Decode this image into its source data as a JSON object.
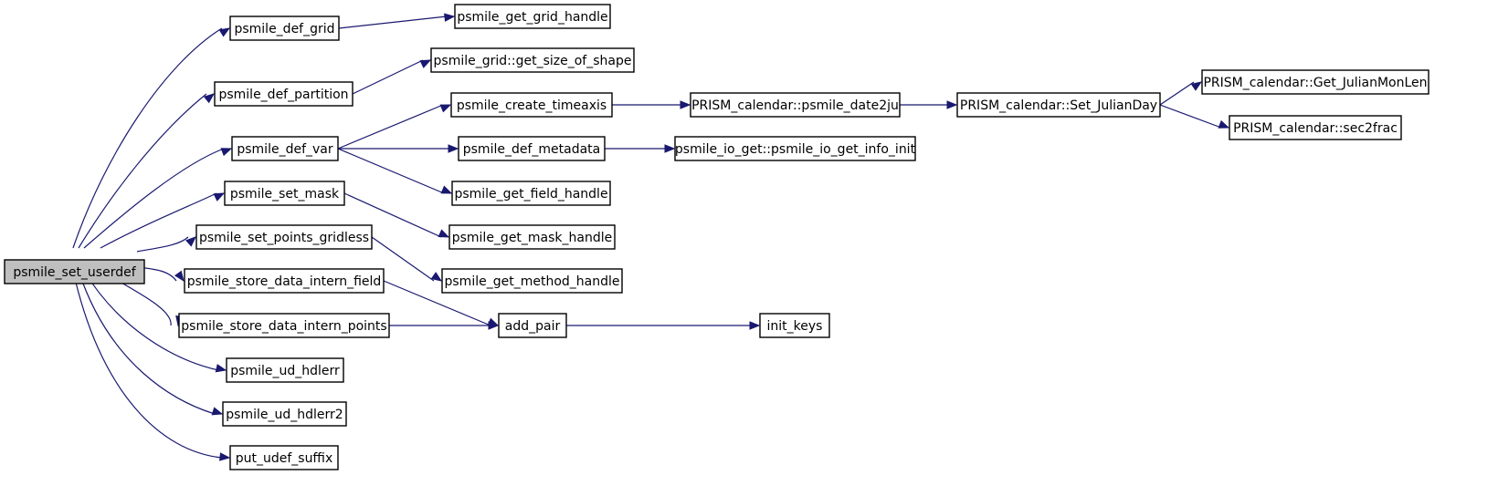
{
  "graph": {
    "root": "psmile_set_userdef",
    "nodes": [
      {
        "id": "psmile_set_userdef",
        "label": "psmile_set_userdef",
        "root": true
      },
      {
        "id": "psmile_def_grid",
        "label": "psmile_def_grid"
      },
      {
        "id": "psmile_get_grid_handle",
        "label": "psmile_get_grid_handle"
      },
      {
        "id": "psmile_def_partition",
        "label": "psmile_def_partition"
      },
      {
        "id": "psmile_grid_get_size_of_shape",
        "label": "psmile_grid::get_size_of_shape"
      },
      {
        "id": "psmile_def_var",
        "label": "psmile_def_var"
      },
      {
        "id": "psmile_create_timeaxis",
        "label": "psmile_create_timeaxis"
      },
      {
        "id": "prism_calendar_psmile_date2ju",
        "label": "PRISM_calendar::psmile_date2ju"
      },
      {
        "id": "prism_calendar_set_julianday",
        "label": "PRISM_calendar::Set_JulianDay"
      },
      {
        "id": "prism_calendar_get_julianmonlen",
        "label": "PRISM_calendar::Get_JulianMonLen"
      },
      {
        "id": "prism_calendar_sec2frac",
        "label": "PRISM_calendar::sec2frac"
      },
      {
        "id": "psmile_def_metadata",
        "label": "psmile_def_metadata"
      },
      {
        "id": "psmile_io_get_info_init",
        "label": "psmile_io_get::psmile_io_get_info_init"
      },
      {
        "id": "psmile_get_field_handle",
        "label": "psmile_get_field_handle"
      },
      {
        "id": "psmile_set_mask",
        "label": "psmile_set_mask"
      },
      {
        "id": "psmile_get_mask_handle",
        "label": "psmile_get_mask_handle"
      },
      {
        "id": "psmile_set_points_gridless",
        "label": "psmile_set_points_gridless"
      },
      {
        "id": "psmile_get_method_handle",
        "label": "psmile_get_method_handle"
      },
      {
        "id": "psmile_store_data_intern_field",
        "label": "psmile_store_data_intern_field"
      },
      {
        "id": "psmile_store_data_intern_points",
        "label": "psmile_store_data_intern_points"
      },
      {
        "id": "add_pair",
        "label": "add_pair"
      },
      {
        "id": "init_keys",
        "label": "init_keys"
      },
      {
        "id": "psmile_ud_hdlerr",
        "label": "psmile_ud_hdlerr"
      },
      {
        "id": "psmile_ud_hdlerr2",
        "label": "psmile_ud_hdlerr2"
      },
      {
        "id": "put_udef_suffix",
        "label": "put_udef_suffix"
      }
    ],
    "edges": [
      {
        "from": "psmile_set_userdef",
        "to": "psmile_def_grid"
      },
      {
        "from": "psmile_set_userdef",
        "to": "psmile_def_partition"
      },
      {
        "from": "psmile_set_userdef",
        "to": "psmile_def_var"
      },
      {
        "from": "psmile_set_userdef",
        "to": "psmile_set_mask"
      },
      {
        "from": "psmile_set_userdef",
        "to": "psmile_set_points_gridless"
      },
      {
        "from": "psmile_set_userdef",
        "to": "psmile_store_data_intern_field"
      },
      {
        "from": "psmile_set_userdef",
        "to": "psmile_store_data_intern_points"
      },
      {
        "from": "psmile_set_userdef",
        "to": "psmile_ud_hdlerr"
      },
      {
        "from": "psmile_set_userdef",
        "to": "psmile_ud_hdlerr2"
      },
      {
        "from": "psmile_set_userdef",
        "to": "put_udef_suffix"
      },
      {
        "from": "psmile_def_grid",
        "to": "psmile_get_grid_handle"
      },
      {
        "from": "psmile_def_partition",
        "to": "psmile_grid_get_size_of_shape"
      },
      {
        "from": "psmile_def_var",
        "to": "psmile_create_timeaxis"
      },
      {
        "from": "psmile_def_var",
        "to": "psmile_def_metadata"
      },
      {
        "from": "psmile_def_var",
        "to": "psmile_get_field_handle"
      },
      {
        "from": "psmile_create_timeaxis",
        "to": "prism_calendar_psmile_date2ju"
      },
      {
        "from": "prism_calendar_psmile_date2ju",
        "to": "prism_calendar_set_julianday"
      },
      {
        "from": "prism_calendar_set_julianday",
        "to": "prism_calendar_get_julianmonlen"
      },
      {
        "from": "prism_calendar_set_julianday",
        "to": "prism_calendar_sec2frac"
      },
      {
        "from": "psmile_def_metadata",
        "to": "psmile_io_get_info_init"
      },
      {
        "from": "psmile_set_mask",
        "to": "psmile_get_mask_handle"
      },
      {
        "from": "psmile_set_points_gridless",
        "to": "psmile_get_method_handle"
      },
      {
        "from": "psmile_store_data_intern_field",
        "to": "add_pair"
      },
      {
        "from": "psmile_store_data_intern_points",
        "to": "add_pair"
      },
      {
        "from": "add_pair",
        "to": "init_keys"
      }
    ]
  }
}
